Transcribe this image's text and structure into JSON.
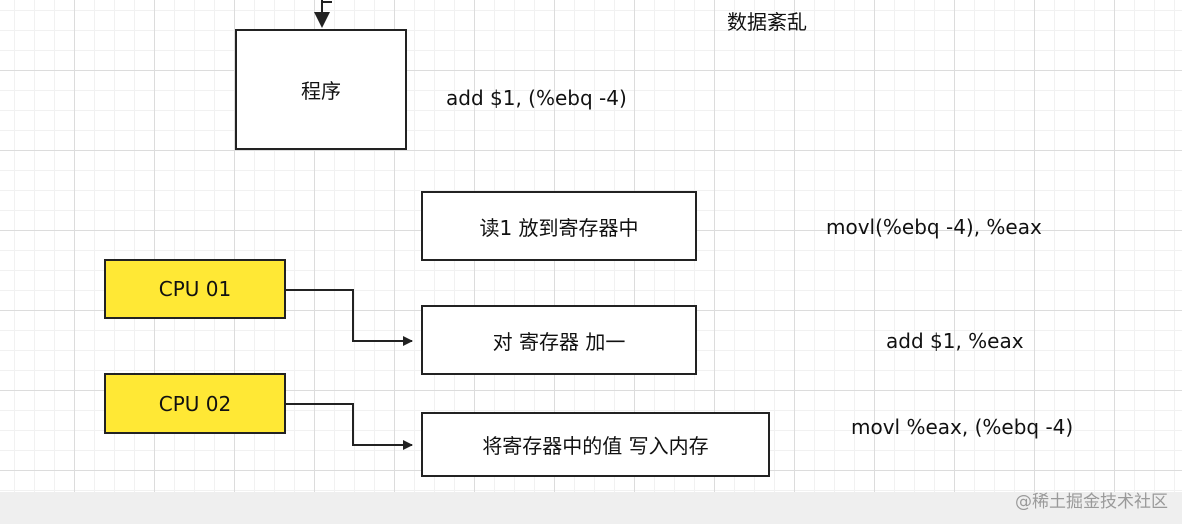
{
  "title_text": "数据紊乱",
  "boxes": {
    "program": "程序",
    "read": "读1 放到寄存器中",
    "increment": "对 寄存器 加一",
    "write": "将寄存器中的值 写入内存",
    "cpu1": "CPU 01",
    "cpu2": "CPU 02"
  },
  "instructions": {
    "program": "add  $1, (%ebq -4)",
    "read": "movl(%ebq -4), %eax",
    "increment": "add $1, %eax",
    "write": "movl %eax, (%ebq -4)"
  },
  "watermark": "@稀土掘金技术社区",
  "colors": {
    "cpu_fill": "#ffe835",
    "line": "#222222"
  }
}
